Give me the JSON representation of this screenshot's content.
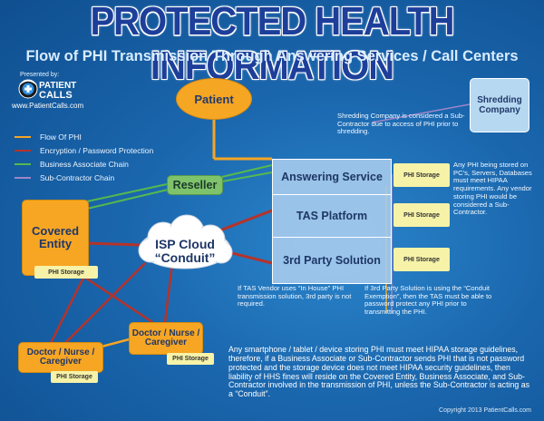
{
  "title": "PROTECTED HEALTH INFORMATION",
  "subtitle": "Flow of PHI Transmission Through Answering Services / Call Centers",
  "presented_by": "Presented by:",
  "logo": {
    "text_top": "PATIENT",
    "text_bottom": "CALLS",
    "url": "www.PatientCalls.com"
  },
  "legend": [
    {
      "label": "Flow Of PHI",
      "color": "#f5a623"
    },
    {
      "label": "Encryption / Password Protection",
      "color": "#b5332a"
    },
    {
      "label": "Business Associate Chain",
      "color": "#56b84e"
    },
    {
      "label": "Sub-Contractor Chain",
      "color": "#9e86c7"
    }
  ],
  "nodes": {
    "patient": "Patient",
    "shredding": "Shredding Company",
    "reseller": "Reseller",
    "covered_entity": "Covered Entity",
    "isp_cloud_line1": "ISP Cloud",
    "isp_cloud_line2": "“Conduit”",
    "answering_service": "Answering Service",
    "tas_platform": "TAS Platform",
    "third_party": "3rd Party Solution",
    "doctor_right": "Doctor / Nurse / Caregiver",
    "doctor_left": "Doctor / Nurse / Caregiver"
  },
  "phi_storage_label": "PHI Storage",
  "notes": {
    "shredding": "Shredding Company is considered a Sub-Contractor due to access of PHI prior to shredding.",
    "phi_storage": "Any PHI being stored on PC’s, Servers, Databases must meet HIPAA requirements. Any vendor storing PHI would be considered a Sub-Contractor.",
    "in_house": "If TAS Vendor uses “In House” PHI transmission solution, 3rd party is not required.",
    "third_party": "If 3rd Party Solution is using the “Conduit Exemption”, then the TAS must be able to password protect any PHI prior to transmitting the PHI.",
    "bottom": "Any smartphone / tablet / device storing PHI must meet HIPAA storage guidelines, therefore, if a Business Associate or Sub-Contractor sends PHI that is not password protected and the storage device does not meet HIPAA security guidelines, then liability of HHS fines will reside on the Covered Entity, Business Associate, and Sub-Contractor involved in the transmission of PHI, unless the Sub-Contractor is acting as a “Conduit”."
  },
  "copyright": "Copyright 2013 PatientCalls.com"
}
